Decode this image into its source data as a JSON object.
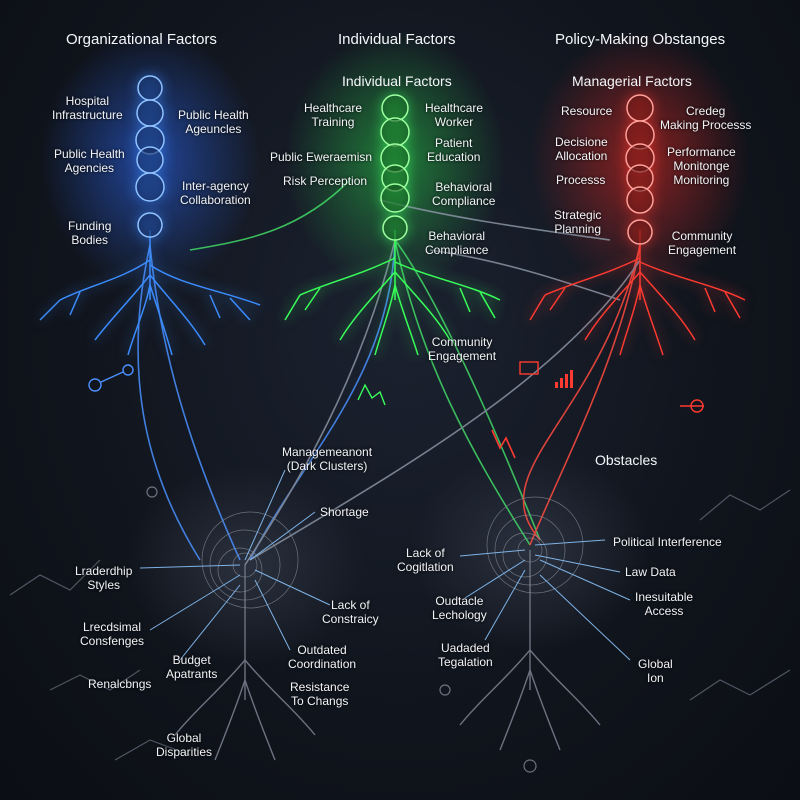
{
  "headers": {
    "organizational": "Organizational Factors",
    "individual": "Individual Factors",
    "policy": "Policy-Making Obstanges"
  },
  "subheaders": {
    "individual": "Individual Factors",
    "managerial": "Managerial Factors",
    "obstacles": "Obstacles"
  },
  "blue_tree": {
    "color": "#3b8cff",
    "labels": {
      "hospital": "Hospital\nInfrastructure",
      "public_health_agencies_1": "Public Health\nAgeuncles",
      "public_health_agencies_2": "Public Health\nAgencies",
      "inter_agency": "Inter-agency\nCollaboration",
      "funding": "Funding\nBodies"
    }
  },
  "green_tree": {
    "color": "#39ff5a",
    "labels": {
      "training": "Healthcare\nTraining",
      "worker": "Healthcare\nWorker",
      "patient_education": "Patient\nEducation",
      "public_awareness": "Public Eweraemisn",
      "risk_perception": "Risk Perception",
      "behavioral_1": "Behavioral\nCompliance",
      "behavioral_2": "Behavioral\nCompliance",
      "community": "Community\nEngagement"
    }
  },
  "red_tree": {
    "color": "#ff3a30",
    "labels": {
      "resource": "Resource",
      "credential": "Credeg\nMaking Processs",
      "decision": "Decisione\nAllocation",
      "performance": "Performance\nMonitonge\nMonitoring",
      "process": "Processs",
      "strategic": "Strategic\nPlanning",
      "community": "Community\nEngagement"
    }
  },
  "left_cluster": {
    "management": "Managemeanont\n(Dark Clusters)",
    "shortage": "Shortage",
    "leadership": "Lraderdhip\nStyles",
    "lack_consistency": "Lack of\nConstraicy",
    "legislation": "Lrecdsimal\nConsfenges",
    "outdated": "Outdated\nCoordination",
    "budget": "Budget\nApatrants",
    "renalcbngs": "Renalcbngs",
    "resistance": "Resistance\nTo Changs",
    "global": "Global\nDisparities"
  },
  "right_cluster": {
    "lack_coordination": "Lack of\nCogitlation",
    "political": "Political Interference",
    "law_data": "Law Data",
    "outdated_tech": "Oudtacle\nLechology",
    "inequitable": "Inesuitable\nAccess",
    "uadaded": "Uadaded\nTegalation",
    "global": "Global\nIon"
  },
  "icons": {
    "blue": [
      "pin-icon",
      "pen-icon",
      "home-icon",
      "chart-icon",
      "globe-icon",
      "cloud-icon"
    ],
    "green": [
      "doctor-icon",
      "clipboard-icon",
      "user-icon",
      "person-icon",
      "lungs-icon",
      "ribbon-icon"
    ],
    "red": [
      "calendar-icon",
      "document-icon",
      "network-icon",
      "chart-icon",
      "checklist-icon",
      "gear-icon"
    ]
  }
}
